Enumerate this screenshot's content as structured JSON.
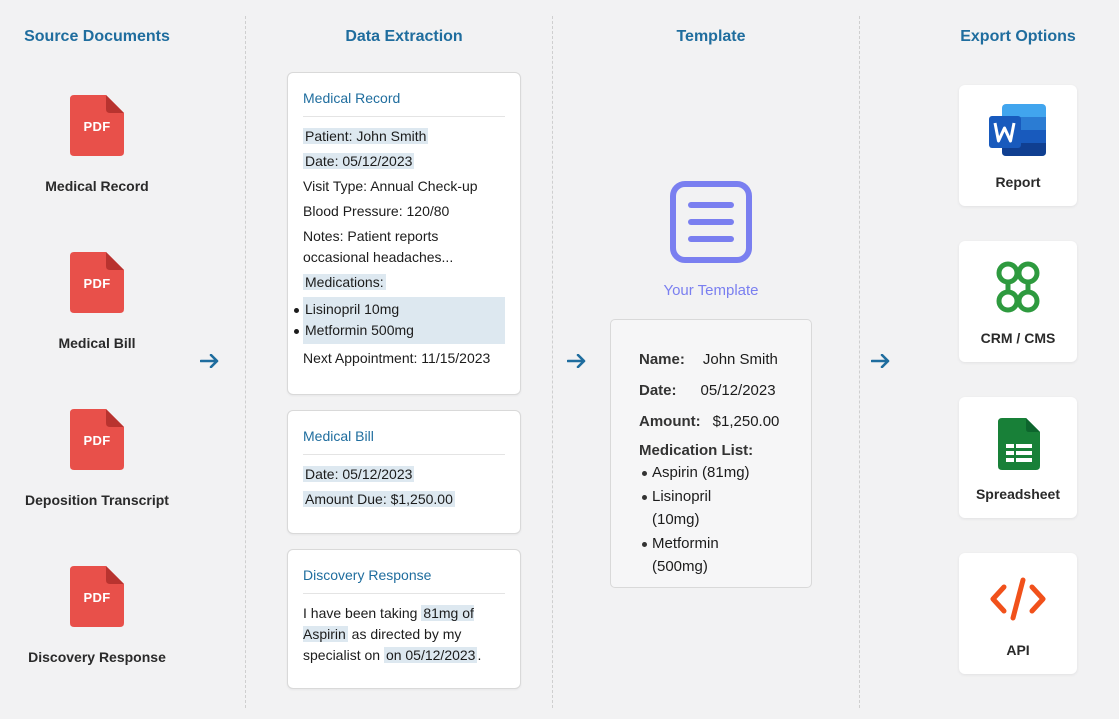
{
  "columns": {
    "source": "Source Documents",
    "extraction": "Data Extraction",
    "template": "Template",
    "export": "Export Options"
  },
  "pdf_badge": "PDF",
  "documents": [
    {
      "label": "Medical Record"
    },
    {
      "label": "Medical Bill"
    },
    {
      "label": "Deposition Transcript"
    },
    {
      "label": "Discovery Response"
    }
  ],
  "extraction": {
    "record": {
      "title": "Medical Record",
      "patient": "Patient: John Smith",
      "date": "Date: 05/12/2023",
      "visit": "Visit Type: Annual Check-up",
      "bp": "Blood Pressure: 120/80",
      "notes": "Notes: Patient reports occasional headaches...",
      "medications_label": "Medications:",
      "medications": [
        "Lisinopril 10mg",
        "Metformin 500mg"
      ],
      "next": "Next Appointment: 11/15/2023"
    },
    "bill": {
      "title": "Medical Bill",
      "date": "Date: 05/12/2023",
      "amount": "Amount Due: $1,250.00"
    },
    "discovery": {
      "title": "Discovery Response",
      "part1": "I have been taking ",
      "hl1": "81mg of Aspirin",
      "part2": " as directed by my specialist on ",
      "hl2": "on 05/12/2023",
      "part3": "."
    }
  },
  "template": {
    "label": "Your Template",
    "name_label": "Name:",
    "name_value": "John Smith",
    "date_label": "Date:",
    "date_value": "05/12/2023",
    "amount_label": "Amount:",
    "amount_value": "$1,250.00",
    "list_title": "Medication List:",
    "medications": [
      "Aspirin (81mg)",
      "Lisinopril (10mg)",
      "Metformin (500mg)"
    ]
  },
  "exports": [
    {
      "label": "Report",
      "icon": "word-icon"
    },
    {
      "label": "CRM / CMS",
      "icon": "crm-icon"
    },
    {
      "label": "Spreadsheet",
      "icon": "sheets-icon"
    },
    {
      "label": "API",
      "icon": "code-icon"
    }
  ],
  "colors": {
    "heading": "#1f6d9e",
    "pdf": "#e8504a",
    "template": "#7a7ff0",
    "highlight": "#dde8f0"
  }
}
